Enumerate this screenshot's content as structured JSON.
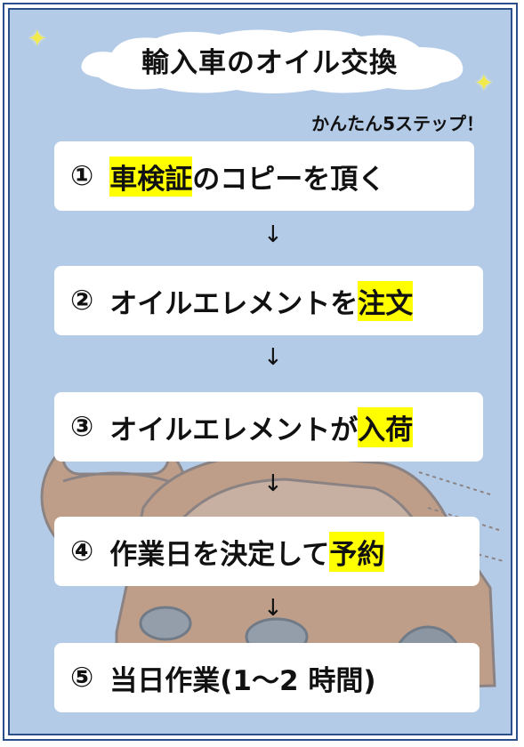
{
  "title": "輸入車のオイル交換",
  "subtitle": "かんたん5ステップ！",
  "arrow_glyph": "↓",
  "sparkle_glyph": "✦",
  "colors": {
    "background": "#b4cbe7",
    "frame": "#2a4f8a",
    "highlight": "#ffff00",
    "card": "#ffffff"
  },
  "steps": [
    {
      "num": "①",
      "parts": [
        {
          "text": "車検証",
          "highlight": true
        },
        {
          "text": "のコピーを頂く",
          "highlight": false
        }
      ]
    },
    {
      "num": "②",
      "parts": [
        {
          "text": "オイルエレメントを",
          "highlight": false
        },
        {
          "text": "注文",
          "highlight": true
        }
      ]
    },
    {
      "num": "③",
      "parts": [
        {
          "text": "オイルエレメントが",
          "highlight": false
        },
        {
          "text": "入荷",
          "highlight": true
        }
      ]
    },
    {
      "num": "④",
      "parts": [
        {
          "text": "作業日を決定して",
          "highlight": false
        },
        {
          "text": "予約",
          "highlight": true
        }
      ]
    },
    {
      "num": "⑤",
      "parts": [
        {
          "text": "当日作業(1～2 時間)",
          "highlight": false
        }
      ]
    }
  ]
}
